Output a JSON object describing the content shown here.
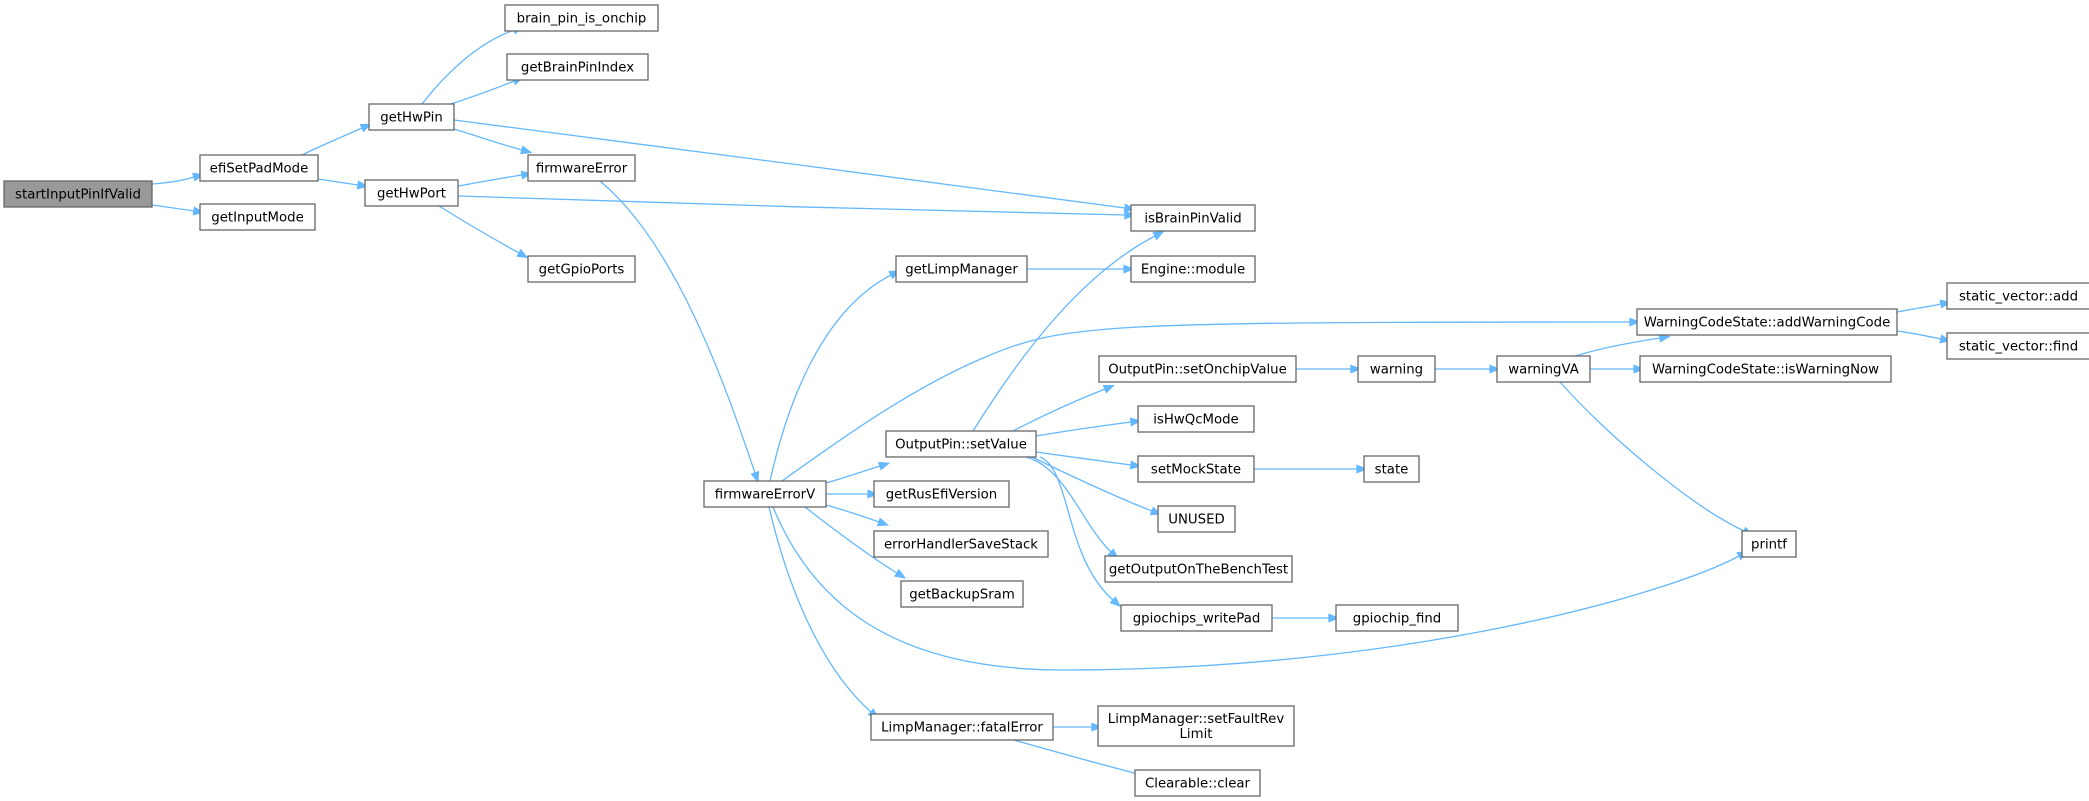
{
  "diagram": {
    "colors": {
      "edge": "#63b8ff",
      "node_border": "#666666",
      "root_fill": "#999999",
      "node_fill": "#ffffff"
    },
    "nodes": [
      {
        "id": "startInputPinIfValid",
        "label": [
          "startInputPinIfValid"
        ],
        "root": true
      },
      {
        "id": "efiSetPadMode",
        "label": [
          "efiSetPadMode"
        ]
      },
      {
        "id": "getInputMode",
        "label": [
          "getInputMode"
        ]
      },
      {
        "id": "getHwPin",
        "label": [
          "getHwPin"
        ]
      },
      {
        "id": "getHwPort",
        "label": [
          "getHwPort"
        ]
      },
      {
        "id": "brain_pin_is_onchip",
        "label": [
          "brain_pin_is_onchip"
        ]
      },
      {
        "id": "getBrainPinIndex",
        "label": [
          "getBrainPinIndex"
        ]
      },
      {
        "id": "firmwareError",
        "label": [
          "firmwareError"
        ]
      },
      {
        "id": "isBrainPinValid",
        "label": [
          "isBrainPinValid"
        ]
      },
      {
        "id": "getGpioPorts",
        "label": [
          "getGpioPorts"
        ]
      },
      {
        "id": "firmwareErrorV",
        "label": [
          "firmwareErrorV"
        ]
      },
      {
        "id": "getLimpManager",
        "label": [
          "getLimpManager"
        ]
      },
      {
        "id": "Engine::module",
        "label": [
          "Engine::module"
        ]
      },
      {
        "id": "OutputPin::setValue",
        "label": [
          "OutputPin::setValue"
        ]
      },
      {
        "id": "getRusEfiVersion",
        "label": [
          "getRusEfiVersion"
        ]
      },
      {
        "id": "errorHandlerSaveStack",
        "label": [
          "errorHandlerSaveStack"
        ]
      },
      {
        "id": "getBackupSram",
        "label": [
          "getBackupSram"
        ]
      },
      {
        "id": "LimpManager::fatalError",
        "label": [
          "LimpManager::fatalError"
        ]
      },
      {
        "id": "WarningCodeState::addWarningCode",
        "label": [
          "WarningCodeState::addWarningCode"
        ]
      },
      {
        "id": "static_vector::add",
        "label": [
          "static_vector::add"
        ]
      },
      {
        "id": "static_vector::find",
        "label": [
          "static_vector::find"
        ]
      },
      {
        "id": "OutputPin::setOnchipValue",
        "label": [
          "OutputPin::setOnchipValue"
        ]
      },
      {
        "id": "warning",
        "label": [
          "warning"
        ]
      },
      {
        "id": "warningVA",
        "label": [
          "warningVA"
        ]
      },
      {
        "id": "WarningCodeState::isWarningNow",
        "label": [
          "WarningCodeState::isWarningNow"
        ]
      },
      {
        "id": "isHwQcMode",
        "label": [
          "isHwQcMode"
        ]
      },
      {
        "id": "setMockState",
        "label": [
          "setMockState"
        ]
      },
      {
        "id": "state",
        "label": [
          "state"
        ]
      },
      {
        "id": "UNUSED",
        "label": [
          "UNUSED"
        ]
      },
      {
        "id": "printf",
        "label": [
          "printf"
        ]
      },
      {
        "id": "getOutputOnTheBenchTest",
        "label": [
          "getOutputOnTheBenchTest"
        ]
      },
      {
        "id": "gpiochips_writePad",
        "label": [
          "gpiochips_writePad"
        ]
      },
      {
        "id": "gpiochip_find",
        "label": [
          "gpiochip_find"
        ]
      },
      {
        "id": "LimpManager::setFaultRevLimit",
        "label": [
          "LimpManager::setFaultRev",
          "Limit"
        ]
      },
      {
        "id": "Clearable::clear",
        "label": [
          "Clearable::clear"
        ]
      }
    ],
    "edges": [
      [
        "startInputPinIfValid",
        "efiSetPadMode"
      ],
      [
        "startInputPinIfValid",
        "getInputMode"
      ],
      [
        "efiSetPadMode",
        "getHwPin"
      ],
      [
        "efiSetPadMode",
        "getHwPort"
      ],
      [
        "getHwPin",
        "brain_pin_is_onchip"
      ],
      [
        "getHwPin",
        "getBrainPinIndex"
      ],
      [
        "getHwPin",
        "firmwareError"
      ],
      [
        "getHwPin",
        "isBrainPinValid"
      ],
      [
        "getHwPort",
        "firmwareError"
      ],
      [
        "getHwPort",
        "isBrainPinValid"
      ],
      [
        "getHwPort",
        "getGpioPorts"
      ],
      [
        "firmwareError",
        "firmwareErrorV"
      ],
      [
        "firmwareErrorV",
        "getLimpManager"
      ],
      [
        "firmwareErrorV",
        "WarningCodeState::addWarningCode"
      ],
      [
        "firmwareErrorV",
        "OutputPin::setValue"
      ],
      [
        "firmwareErrorV",
        "getRusEfiVersion"
      ],
      [
        "firmwareErrorV",
        "errorHandlerSaveStack"
      ],
      [
        "firmwareErrorV",
        "getBackupSram"
      ],
      [
        "firmwareErrorV",
        "printf"
      ],
      [
        "firmwareErrorV",
        "LimpManager::fatalError"
      ],
      [
        "getLimpManager",
        "Engine::module"
      ],
      [
        "OutputPin::setValue",
        "isBrainPinValid"
      ],
      [
        "OutputPin::setValue",
        "OutputPin::setOnchipValue"
      ],
      [
        "OutputPin::setValue",
        "isHwQcMode"
      ],
      [
        "OutputPin::setValue",
        "setMockState"
      ],
      [
        "OutputPin::setValue",
        "UNUSED"
      ],
      [
        "OutputPin::setValue",
        "getOutputOnTheBenchTest"
      ],
      [
        "OutputPin::setValue",
        "gpiochips_writePad"
      ],
      [
        "OutputPin::setOnchipValue",
        "warning"
      ],
      [
        "warning",
        "warningVA"
      ],
      [
        "warningVA",
        "WarningCodeState::addWarningCode"
      ],
      [
        "warningVA",
        "WarningCodeState::isWarningNow"
      ],
      [
        "warningVA",
        "printf"
      ],
      [
        "WarningCodeState::addWarningCode",
        "static_vector::add"
      ],
      [
        "WarningCodeState::addWarningCode",
        "static_vector::find"
      ],
      [
        "setMockState",
        "state"
      ],
      [
        "gpiochips_writePad",
        "gpiochip_find"
      ],
      [
        "LimpManager::fatalError",
        "LimpManager::setFaultRevLimit"
      ],
      [
        "LimpManager::fatalError",
        "Clearable::clear"
      ]
    ]
  }
}
